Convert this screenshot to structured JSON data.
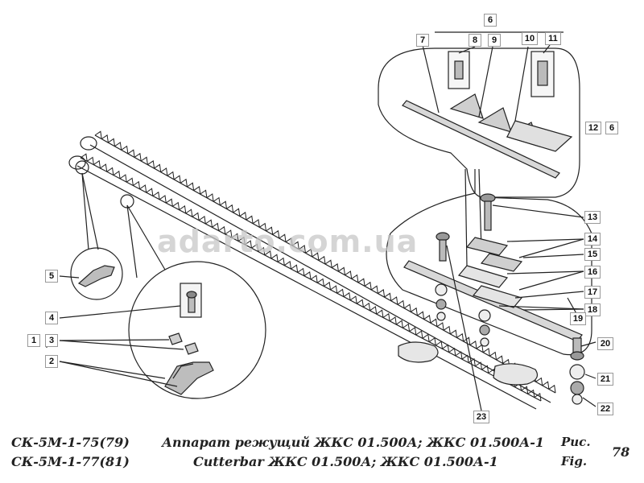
{
  "watermark": "adarto.com.ua",
  "callouts": {
    "c1": "1",
    "c2": "2",
    "c3": "3",
    "c4": "4",
    "c5": "5",
    "c6": "6",
    "c6b": "6",
    "c7": "7",
    "c8": "8",
    "c9": "9",
    "c10": "10",
    "c11": "11",
    "c12": "12",
    "c13": "13",
    "c14": "14",
    "c15": "15",
    "c16": "16",
    "c17": "17",
    "c18": "18",
    "c19": "19",
    "c20": "20",
    "c21": "21",
    "c22": "22",
    "c23": "23"
  },
  "footer": {
    "model_line1": "СК-5М-1-75(79)",
    "model_line2": "СК-5М-1-77(81)",
    "title_ru": "Аппарат режущий ЖКС 01.500А; ЖКС 01.500А-1",
    "title_en": "Cutterbar ЖКС 01.500А; ЖКС 01.500А-1",
    "fig_ru": "Рис.",
    "fig_en": "Fig.",
    "fig_number": "78"
  }
}
